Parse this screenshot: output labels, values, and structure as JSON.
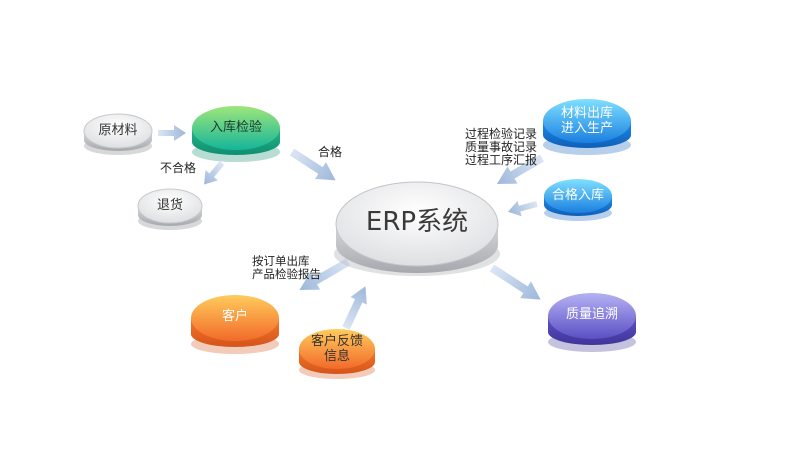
{
  "nodes": {
    "center": "ERP系统",
    "raw": "原材料",
    "inbound_inspection": "入库检验",
    "return": "退货",
    "material_out_line1": "材料出库",
    "material_out_line2": "进入生产",
    "qualified_in": "合格入库",
    "customer": "客户",
    "feedback_line1": "客户反馈",
    "feedback_line2": "信息",
    "quality_trace": "质量追溯"
  },
  "edge_labels": {
    "qualified": "合格",
    "unqualified": "不合格",
    "process_1": "过程检验记录",
    "process_2": "质量事故记录",
    "process_3": "过程工序汇报",
    "order_1": "按订单出库",
    "order_2": "产品检验报告"
  },
  "colors": {
    "gray": "#c8c9cc",
    "green": "#3ec28a",
    "blue": "#1f90e0",
    "orange": "#f47f2f",
    "purple": "#6b5cc4",
    "arrow": "#a9bfdc"
  }
}
